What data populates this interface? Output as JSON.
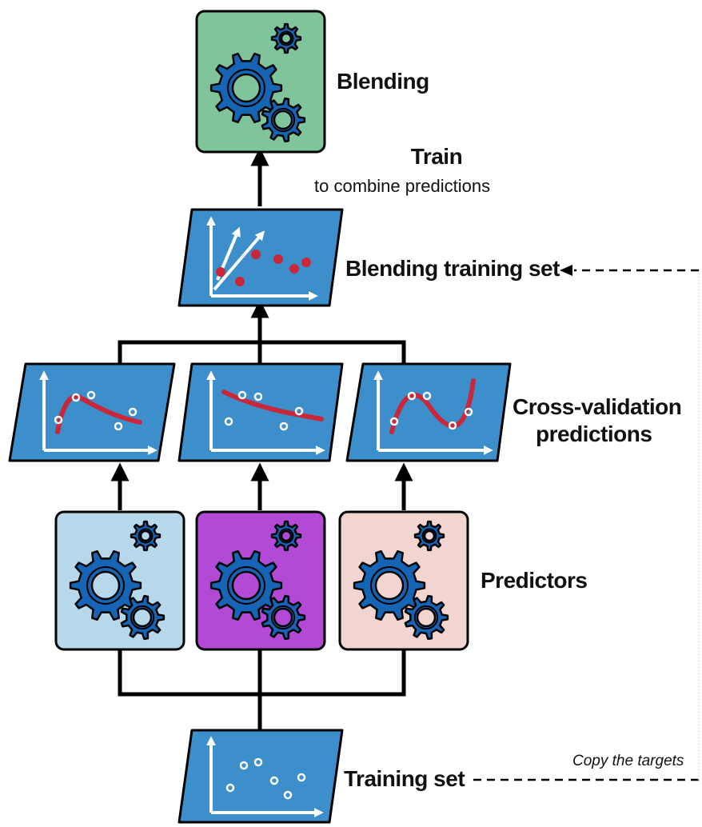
{
  "labels": {
    "blending": "Blending",
    "train_title": "Train",
    "train_subtitle": "to combine predictions",
    "blending_training_set": "Blending training set",
    "cv_predictions_line1": "Cross-validation",
    "cv_predictions_line2": "predictions",
    "predictors": "Predictors",
    "training_set": "Training set",
    "copy_targets": "Copy the targets"
  },
  "colors": {
    "blender_box": "#7fc49a",
    "predictor_1": "#b7d8ea",
    "predictor_2": "#b24ad6",
    "predictor_3": "#f2d4d0",
    "dataset_panel": "#3d8fcc",
    "gear": "#1565b4",
    "curve": "#c8283a",
    "dot_red": "#c8283a"
  },
  "icons": {
    "blender": "gears-icon",
    "predictor": "gears-icon",
    "dataset": "scatter-plot-icon",
    "cv_prediction": "fitted-curve-plot-icon"
  }
}
